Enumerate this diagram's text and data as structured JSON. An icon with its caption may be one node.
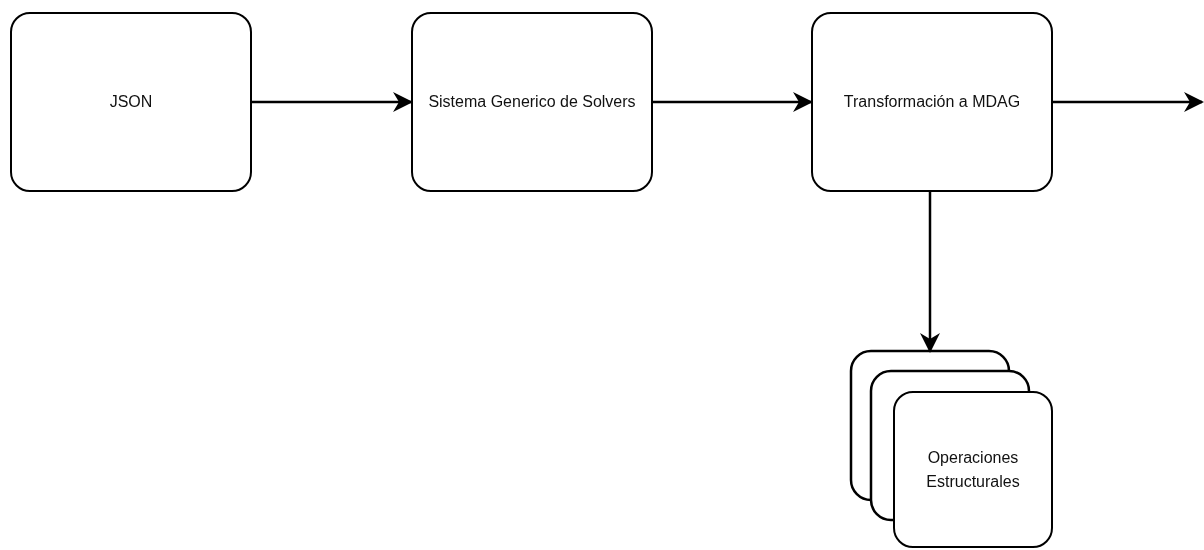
{
  "diagram": {
    "nodes": [
      {
        "text": [
          "JSON"
        ]
      },
      {
        "text": [
          "Sistema Generico de Solvers"
        ]
      },
      {
        "text": [
          "Transformación a MDAG"
        ]
      },
      {
        "text": [
          "Operaciones Estructurales"
        ]
      }
    ],
    "edges": [
      {
        "from": 0,
        "to": 1,
        "arrow": "to"
      },
      {
        "from": 1,
        "to": 2,
        "arrow": "to"
      },
      {
        "from": 2,
        "to": null,
        "arrow": "to"
      },
      {
        "from": 2,
        "to": 3,
        "arrow": "to"
      }
    ]
  }
}
